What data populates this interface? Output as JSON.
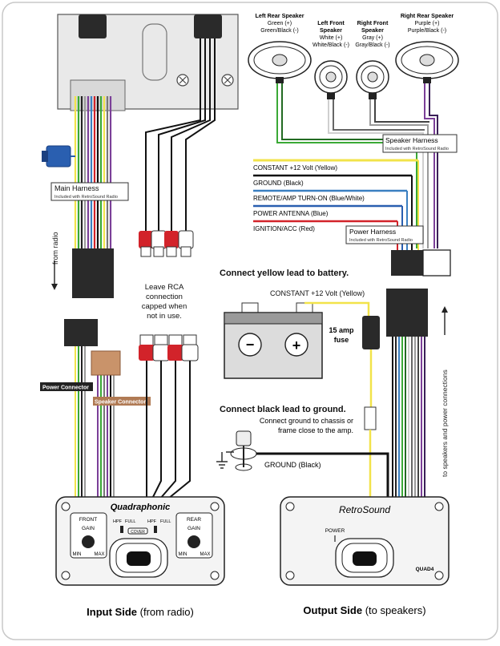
{
  "speakers": {
    "left_rear": {
      "title": "Left Rear Speaker",
      "plus": "Green (+)",
      "minus": "Green/Black (-)"
    },
    "left_front": {
      "title1": "Left Front",
      "title2": "Speaker",
      "plus": "White (+)",
      "minus": "White/Black (-)"
    },
    "right_front": {
      "title1": "Right Front",
      "title2": "Speaker",
      "plus": "Gray (+)",
      "minus": "Gray/Black (-)"
    },
    "right_rear": {
      "title": "Right Rear Speaker",
      "plus": "Purple (+)",
      "minus": "Purple/Black (-)"
    }
  },
  "speaker_harness": {
    "title": "Speaker Harness",
    "subtitle": "Included with RetroSound Radio"
  },
  "main_harness": {
    "title": "Main Harness",
    "subtitle": "Included with RetroSound Radio"
  },
  "power_harness": {
    "title": "Power Harness",
    "subtitle": "Included with RetroSound Radio"
  },
  "power_leads": [
    {
      "label": "CONSTANT +12 Volt (Yellow)",
      "color": "#f2e34a"
    },
    {
      "label": "GROUND (Black)",
      "color": "#111111"
    },
    {
      "label": "REMOTE/AMP TURN-ON (Blue/White)",
      "color": "#3a7fc1"
    },
    {
      "label": "POWER ANTENNA (Blue)",
      "color": "#2a5fb0"
    },
    {
      "label": "IGNITION/ACC (Red)",
      "color": "#d2232a"
    }
  ],
  "from_radio": "from radio",
  "rca_note": [
    "Leave RCA",
    "connection",
    "capped when",
    "not in use."
  ],
  "battery": {
    "heading": "Connect yellow lead to battery.",
    "lead_label": "CONSTANT +12 Volt (Yellow)",
    "minus": "−",
    "plus": "+"
  },
  "fuse": {
    "line1": "15 amp",
    "line2": "fuse"
  },
  "ground": {
    "heading": "Connect black lead to ground.",
    "note1": "Connect ground to chassis or",
    "note2": "frame close to the amp.",
    "lead_label": "GROUND (Black)"
  },
  "power_connector": "Power Connector",
  "speaker_connector": "Speaker Connector",
  "to_speakers": "to speakers and power connections",
  "amp_input": {
    "brand": "Quadraphonic",
    "front": "FRONT",
    "rear": "REAR",
    "gain": "GAIN",
    "min": "MIN",
    "max": "MAX",
    "hpf": "HPF",
    "full": "FULL",
    "cover": "COVER"
  },
  "amp_output": {
    "brand": "RetroSound",
    "power": "POWER",
    "model": "QUAD4"
  },
  "captions": {
    "input_bold": "Input Side",
    "input_rest": " (from radio)",
    "output_bold": "Output Side",
    "output_rest": " (to speakers)"
  },
  "colors": {
    "yellow": "#f2e34a",
    "green": "#3aa935",
    "purple": "#7b3f98",
    "gray": "#9a9a9a",
    "blue": "#2a5fb0",
    "red": "#d2232a",
    "connector_tan": "#c9936a",
    "label_box_dark": "#222222",
    "label_box_tan": "#b07a54"
  }
}
